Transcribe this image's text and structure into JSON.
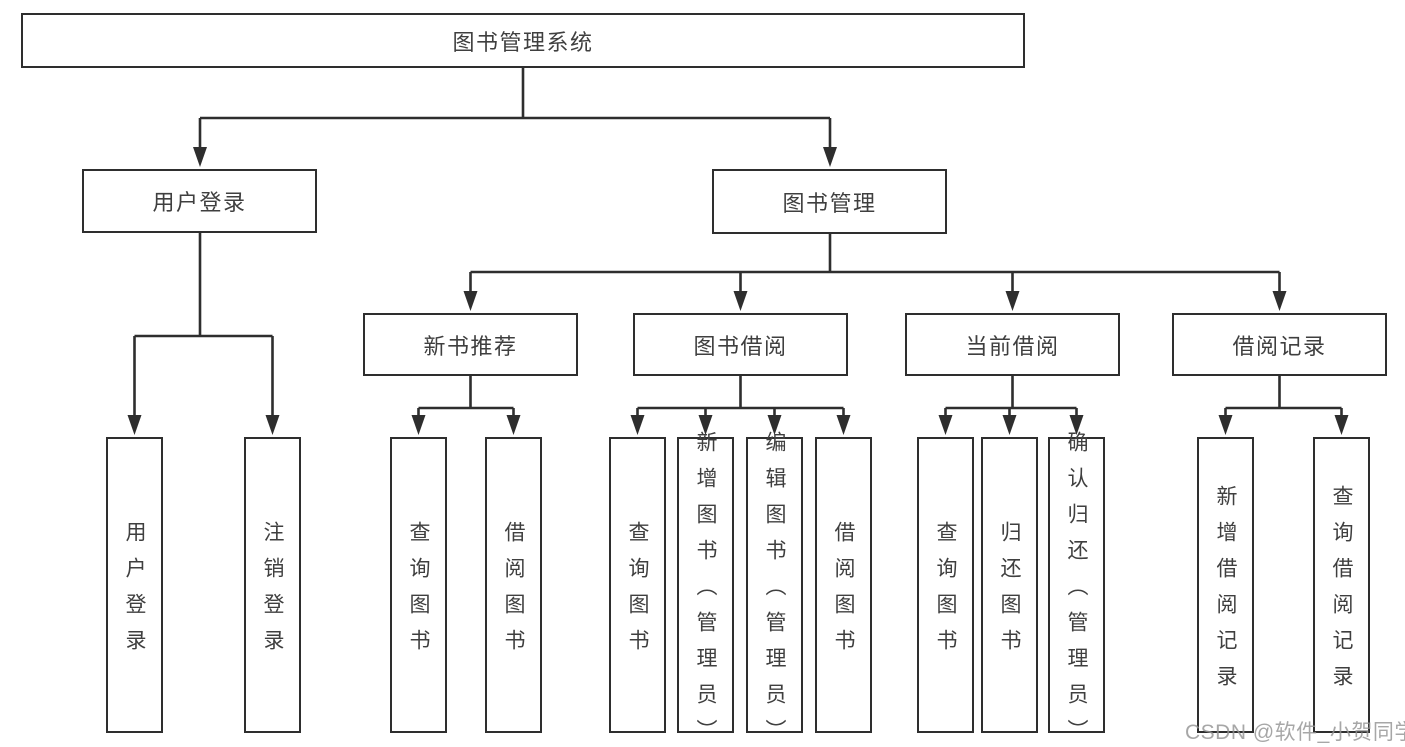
{
  "tree": {
    "root": "图书管理系统",
    "branches": [
      {
        "label": "用户登录",
        "children": [
          "用户登录",
          "注销登录"
        ]
      },
      {
        "label": "图书管理",
        "groups": [
          {
            "label": "新书推荐",
            "children": [
              "查询图书",
              "借阅图书"
            ]
          },
          {
            "label": "图书借阅",
            "children": [
              "查询图书",
              "新增图书（管理员）",
              "编辑图书（管理员）",
              "借阅图书"
            ]
          },
          {
            "label": "当前借阅",
            "children": [
              "查询图书",
              "归还图书",
              "确认归还（管理员）"
            ]
          },
          {
            "label": "借阅记录",
            "children": [
              "新增借阅记录",
              "查询借阅记录"
            ]
          }
        ]
      }
    ]
  },
  "watermark": "CSDN @软件_小贺同学",
  "colors": {
    "line": "#2e2e2e",
    "text": "#3f3f3f",
    "box_fill": "#ffffff",
    "watermark": "#949494",
    "background": "#ffffff"
  }
}
